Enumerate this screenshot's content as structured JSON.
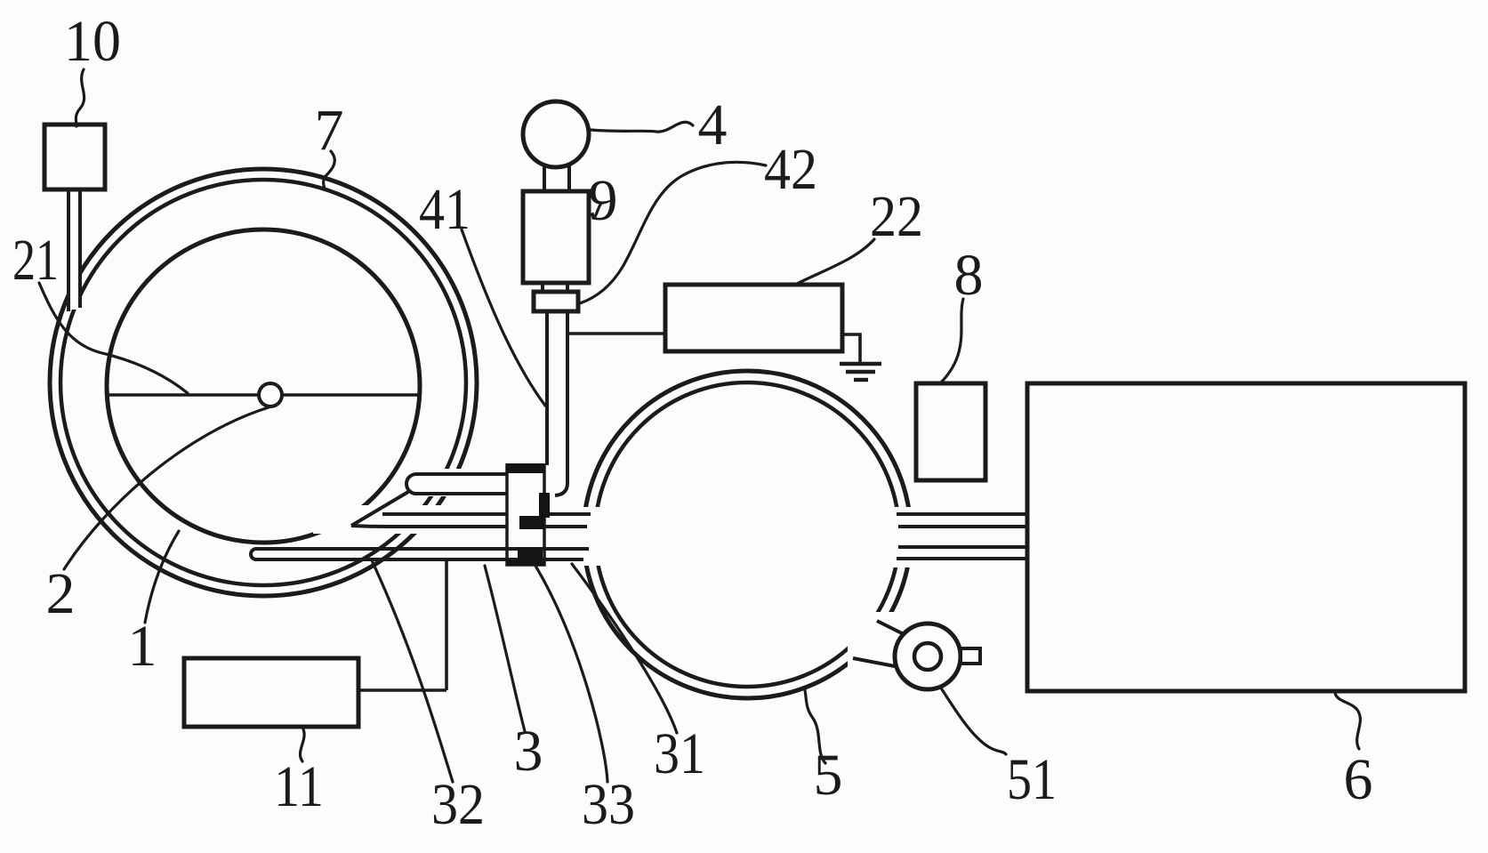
{
  "colors": {
    "background": "#fcfcfc",
    "line": "#1b1b1b",
    "seal_fill": "#141414"
  },
  "labels": {
    "n1": "1",
    "n2": "2",
    "n3": "3",
    "n4": "4",
    "n5": "5",
    "n6": "6",
    "n7": "7",
    "n8": "8",
    "n9": "9",
    "n10": "10",
    "n11": "11",
    "n21": "21",
    "n22": "22",
    "n31": "31",
    "n32": "32",
    "n33": "33",
    "n41": "41",
    "n42": "42",
    "n51": "51"
  }
}
